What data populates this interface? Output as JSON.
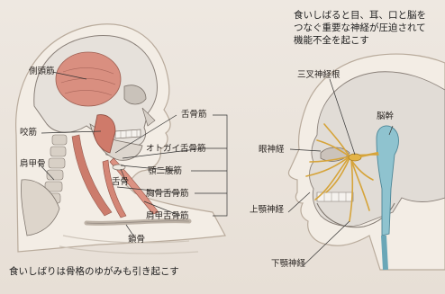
{
  "heading_lines": [
    "食いしばると目、耳、口と脳を",
    "つなぐ重要な神経が圧迫されて",
    "機能不全を起こす"
  ],
  "caption": "食いしばりは骨格のゆがみも引き起こす",
  "left_labels": {
    "temporalis": "側頭筋",
    "masseter": "咬筋",
    "scapula": "肩甲骨",
    "hyoid_muscles": "舌骨筋",
    "geniohyoid": "オトガイ舌骨筋",
    "digastric": "顎二腹筋",
    "hyoid_bone": "舌骨",
    "sternohyoid": "胸骨舌骨筋",
    "omohyoid": "肩甲舌骨筋",
    "clavicle": "鎖骨"
  },
  "right_labels": {
    "trigeminal_root": "三叉神経根",
    "brainstem": "脳幹",
    "ophthalmic": "眼神経",
    "maxillary": "上顎神経",
    "mandibular": "下顎神経"
  }
}
